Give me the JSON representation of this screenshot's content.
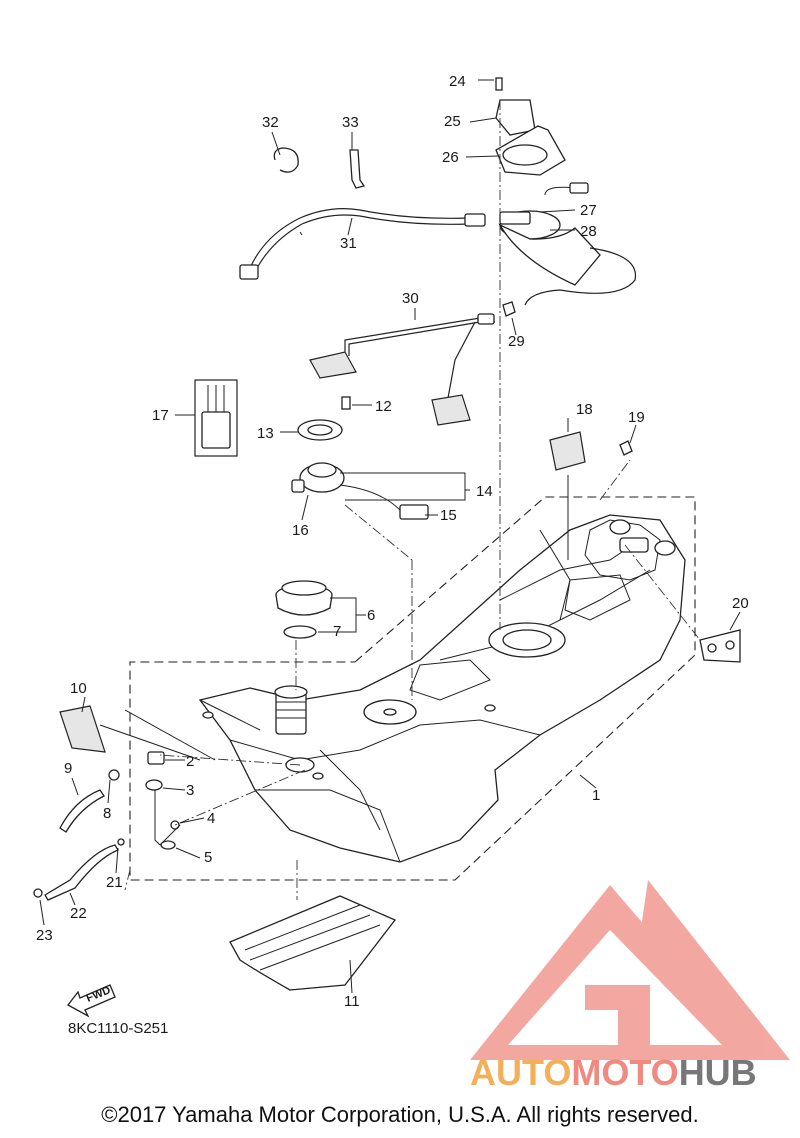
{
  "diagram": {
    "part_numbers": [
      "1",
      "2",
      "3",
      "4",
      "5",
      "6",
      "7",
      "8",
      "9",
      "10",
      "11",
      "12",
      "13",
      "14",
      "15",
      "16",
      "17",
      "18",
      "19",
      "20",
      "21",
      "22",
      "23",
      "24",
      "25",
      "26",
      "27",
      "28",
      "29",
      "30",
      "31",
      "32",
      "33"
    ],
    "drawing_code": "8KC1110-S251",
    "fwd_label": "FWD"
  },
  "footer": {
    "copyright": "©2017 Yamaha Motor Corporation, U.S.A. All rights reserved."
  },
  "watermark": {
    "auto": "AUTO",
    "moto": "MOTO",
    "hub": "HUB",
    "colors": {
      "auto": "#f3b05a",
      "moto": "#f08a80",
      "hub": "#777777",
      "logo": "#f2a39c"
    }
  }
}
